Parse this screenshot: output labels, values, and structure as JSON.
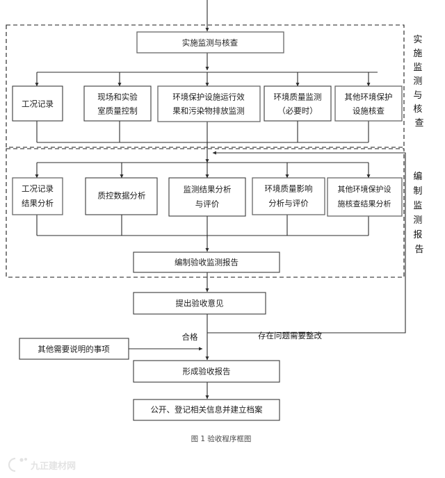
{
  "figure": {
    "caption": "图 1  验收程序框图",
    "watermark": "九正建材网"
  },
  "groups": [
    {
      "id": "group-implement",
      "label": "实施监测与核查",
      "chars": [
        "实",
        "施",
        "监",
        "测",
        "与",
        "核",
        "查"
      ]
    },
    {
      "id": "group-report",
      "label": "编制监测报告",
      "chars": [
        "编",
        "制",
        "监",
        "测",
        "报",
        "告"
      ]
    }
  ],
  "nodes": {
    "implement_header": {
      "label": "实施监测与核查",
      "lines": [
        "实施监测与核查"
      ]
    },
    "row1": [
      {
        "id": "work-condition-record",
        "lines": [
          "工况记录"
        ]
      },
      {
        "id": "site-and-lab-qc",
        "lines": [
          "现场和实验",
          "室质量控制"
        ]
      },
      {
        "id": "facility-effect-and-emission",
        "lines": [
          "环境保护设施运行效",
          "果和污染物排放监测"
        ]
      },
      {
        "id": "env-quality-monitoring",
        "lines": [
          "环境质量监测",
          "（必要时）"
        ]
      },
      {
        "id": "other-env-facility-check",
        "lines": [
          "其他环境保护",
          "设施核查"
        ]
      }
    ],
    "row2": [
      {
        "id": "work-condition-result-analysis",
        "lines": [
          "工况记录",
          "结果分析"
        ]
      },
      {
        "id": "qc-data-analysis",
        "lines": [
          "质控数据分析"
        ]
      },
      {
        "id": "monitor-result-analysis",
        "lines": [
          "监测结果分析",
          "与评价"
        ]
      },
      {
        "id": "env-quality-impact-analysis",
        "lines": [
          "环境质量影响",
          "分析与评价"
        ]
      },
      {
        "id": "other-facility-check-analysis",
        "lines": [
          "其他环境保护设",
          "施核查结果分析"
        ]
      }
    ],
    "compile_report": {
      "label": "编制验收监测报告",
      "lines": [
        "编制验收监测报告"
      ]
    },
    "propose_opinion": {
      "label": "提出验收意见",
      "lines": [
        "提出验收意见"
      ]
    },
    "other_notes": {
      "label": "其他需要说明的事项",
      "lines": [
        "其他需要说明的事项"
      ]
    },
    "form_report": {
      "label": "形成验收报告",
      "lines": [
        "形成验收报告"
      ]
    },
    "publish_archive": {
      "label": "公开、登记相关信息并建立档案",
      "lines": [
        "公开、登记相关信息并建立档案"
      ]
    }
  },
  "edge_labels": {
    "pass": "合格",
    "rectify": "存在问题需要整改"
  },
  "colors": {
    "stroke": "#2b2b2b",
    "box_stroke": "#3a3a3a",
    "text": "#1c1c1c",
    "background": "#ffffff",
    "watermark": "#e2e2e2"
  }
}
